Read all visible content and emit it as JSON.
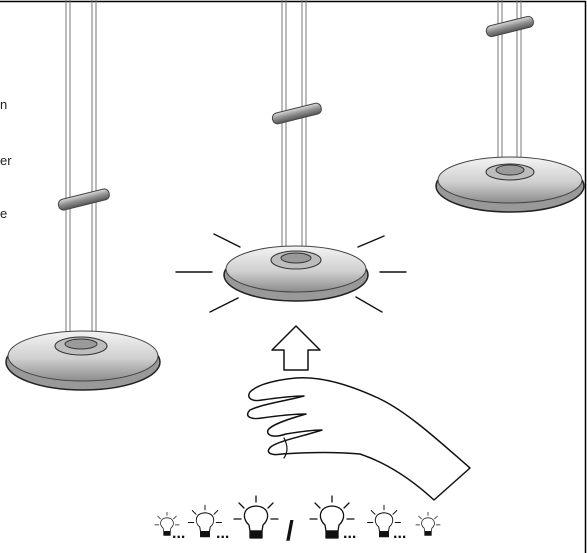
{
  "page": {
    "border_color": "#000000",
    "background": "#ffffff",
    "ink_color": "#111111",
    "metal_light": "#f2f2f2",
    "metal_dark": "#8a8a8a"
  },
  "side_text": {
    "fragment_1": "n",
    "fragment_2": "er",
    "fragment_3": "e"
  },
  "dimming_legend": {
    "separator": "/",
    "dots": "...",
    "left_sequence": [
      "small-bulb",
      "medium-bulb",
      "large-bulb"
    ],
    "right_sequence": [
      "large-bulb",
      "medium-bulb",
      "small-bulb"
    ]
  },
  "icons": [
    "pendant-lamp-icon",
    "glow-rays-icon",
    "up-arrow-icon",
    "hand-icon",
    "bulb-icon"
  ]
}
